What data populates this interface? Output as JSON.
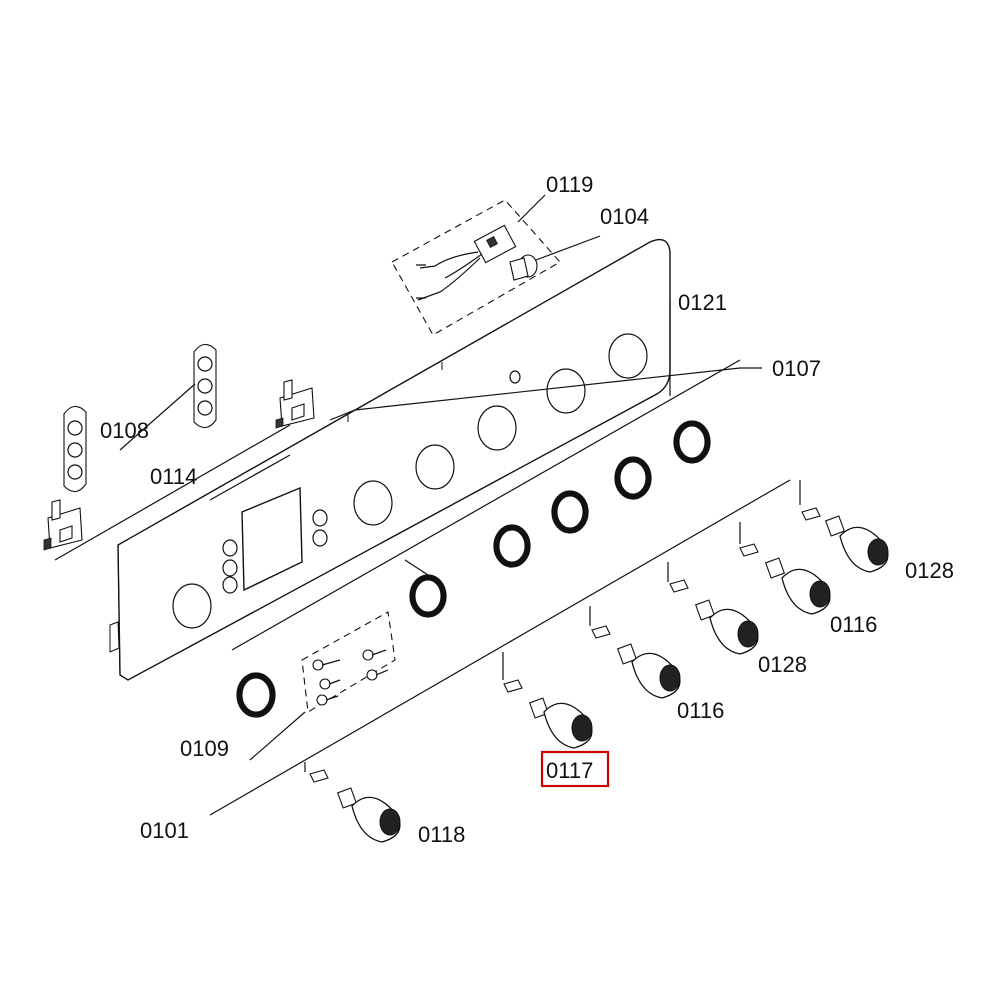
{
  "labels": {
    "l0119": "0119",
    "l0104": "0104",
    "l0121": "0121",
    "l0107": "0107",
    "l0108": "0108",
    "l0114": "0114",
    "l0128a": "0128",
    "l0116a": "0116",
    "l0128b": "0128",
    "l0116b": "0116",
    "l0117": "0117",
    "l0109": "0109",
    "l0101": "0101",
    "l0118": "0118"
  },
  "highlight": {
    "label": "0117",
    "color": "#cc0000"
  }
}
